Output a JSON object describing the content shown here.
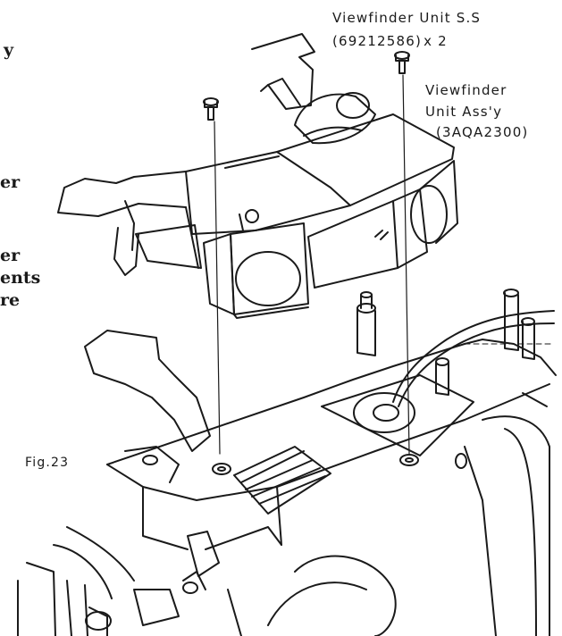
{
  "labels": {
    "ss_title": "Viewfinder Unit S.S",
    "ss_part": "(69212586)",
    "ss_qty": "x 2",
    "assy_line1": "Viewfinder",
    "assy_line2": "Unit Ass'y",
    "assy_part": "(3AQA2300)",
    "figure_caption": "Fig.23"
  },
  "left_fragments": [
    "y",
    "er",
    "er",
    "ents",
    "re"
  ],
  "colors": {
    "ink": "#1a1a1a",
    "paper": "#ffffff"
  }
}
